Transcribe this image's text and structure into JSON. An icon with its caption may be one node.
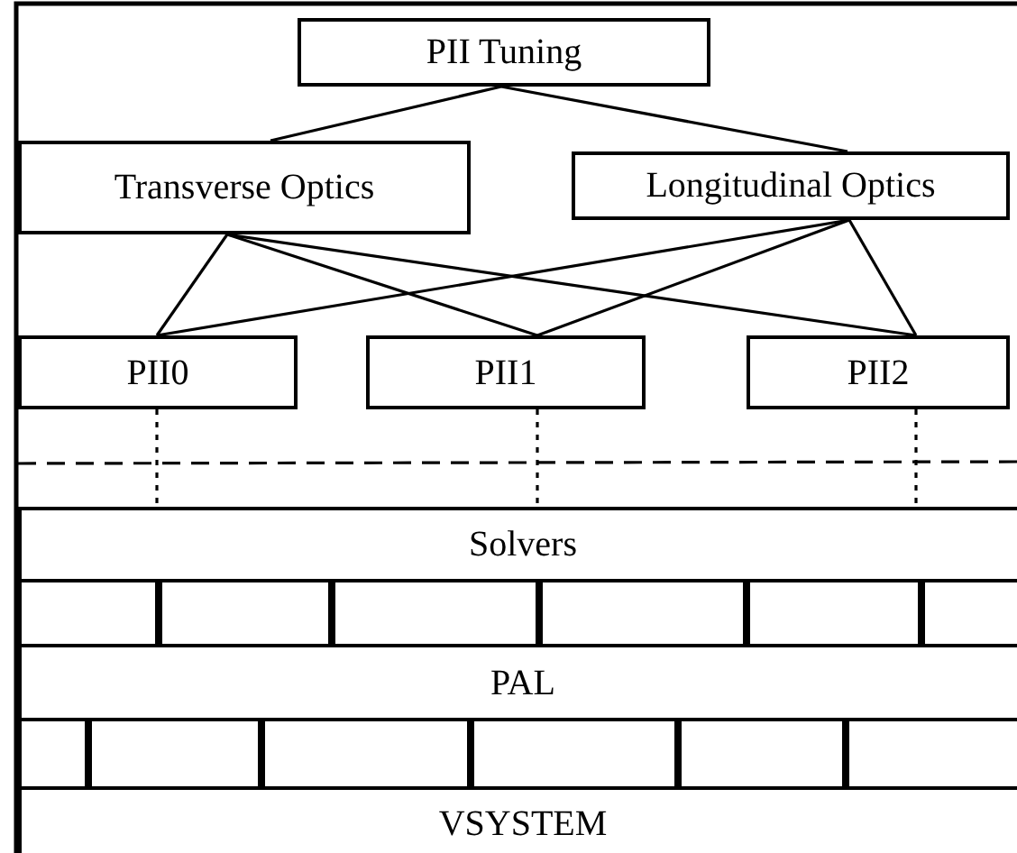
{
  "diagram": {
    "nodes": [
      {
        "text": [
          "PII Tuning"
        ]
      },
      {
        "text": [
          "Transverse Optics"
        ]
      },
      {
        "text": [
          "Longitudinal Optics"
        ]
      },
      {
        "text": [
          "PII0"
        ]
      },
      {
        "text": [
          "PII1"
        ]
      },
      {
        "text": [
          "PII2"
        ]
      },
      {
        "text": [
          "Solvers"
        ]
      },
      {
        "text": [],
        "shape": "box"
      },
      {
        "text": [],
        "shape": "box"
      },
      {
        "text": [],
        "shape": "box"
      },
      {
        "text": [],
        "shape": "box"
      },
      {
        "text": [],
        "shape": "box"
      },
      {
        "text": [],
        "shape": "box"
      },
      {
        "text": [
          "PAL"
        ]
      },
      {
        "text": [],
        "shape": "box"
      },
      {
        "text": [],
        "shape": "box"
      },
      {
        "text": [],
        "shape": "box"
      },
      {
        "text": [],
        "shape": "box"
      },
      {
        "text": [],
        "shape": "box"
      },
      {
        "text": [],
        "shape": "box"
      },
      {
        "text": [
          "VSYSTEM"
        ]
      }
    ],
    "edges": [
      {
        "from": 0,
        "to": 1,
        "arrow": "none"
      },
      {
        "from": 0,
        "to": 2,
        "arrow": "none"
      },
      {
        "from": 1,
        "to": 3,
        "arrow": "none"
      },
      {
        "from": 1,
        "to": 4,
        "arrow": "none"
      },
      {
        "from": 1,
        "to": 5,
        "arrow": "none"
      },
      {
        "from": 2,
        "to": 3,
        "arrow": "none"
      },
      {
        "from": 2,
        "to": 4,
        "arrow": "none"
      },
      {
        "from": 2,
        "to": 5,
        "arrow": "none"
      },
      {
        "from": 3,
        "to": 6,
        "arrow": "none",
        "style": "dashed"
      },
      {
        "from": 4,
        "to": 6,
        "arrow": "none",
        "style": "dashed"
      },
      {
        "from": 5,
        "to": 6,
        "arrow": "none",
        "style": "dashed"
      }
    ]
  }
}
